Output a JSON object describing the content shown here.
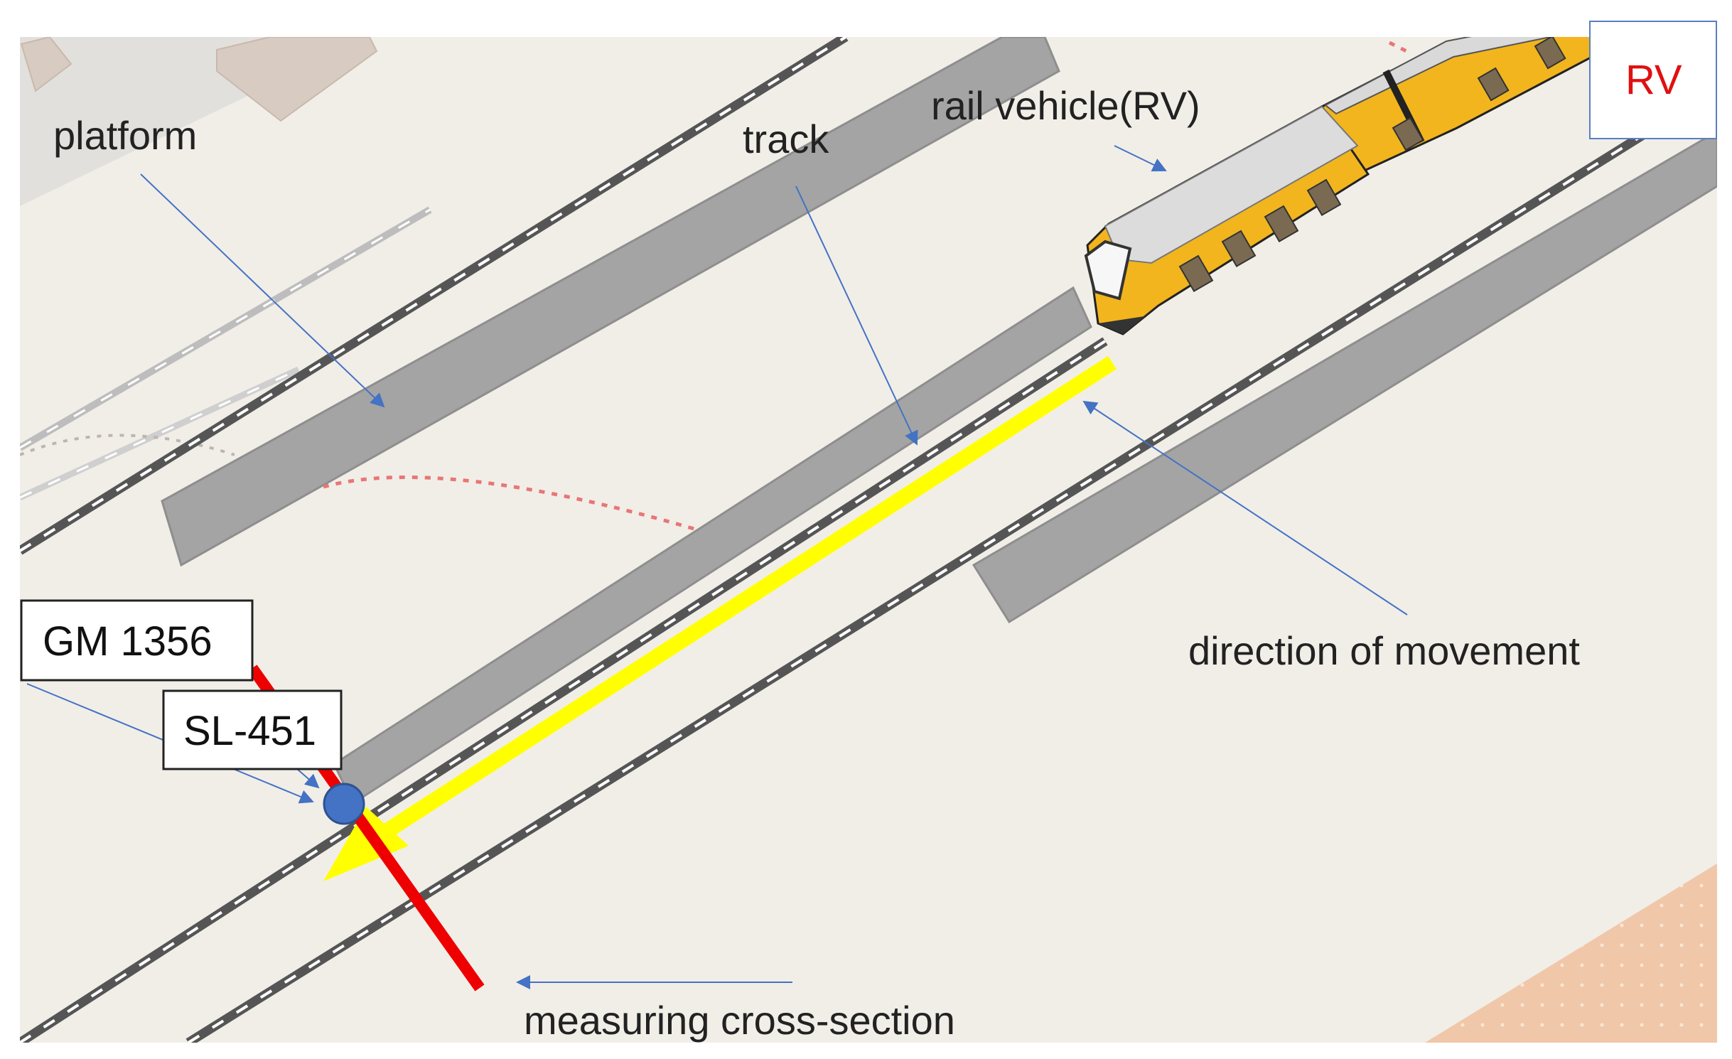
{
  "labels": {
    "platform": "platform",
    "track": "track",
    "rail_vehicle": "rail vehicle(RV)",
    "direction": "direction of movement",
    "measuring": "measuring cross-section",
    "rv_box": "RV",
    "gm_box": "GM 1356",
    "sl_box": "SL-451"
  },
  "colors": {
    "map_background": "#f1eee8",
    "platform_fill": "#a4a4a4",
    "track_color": "#555555",
    "arrow_yellow": "#ffff00",
    "cross_section_red": "#ee0000",
    "sensor_blue": "#4472c4",
    "annotation_line": "#4472c4",
    "train_yellow": "#f2b51e",
    "train_roof": "#d9d9d9"
  },
  "icons": {
    "sensor": "blue-circle-marker",
    "train": "yellow-train-3d"
  }
}
